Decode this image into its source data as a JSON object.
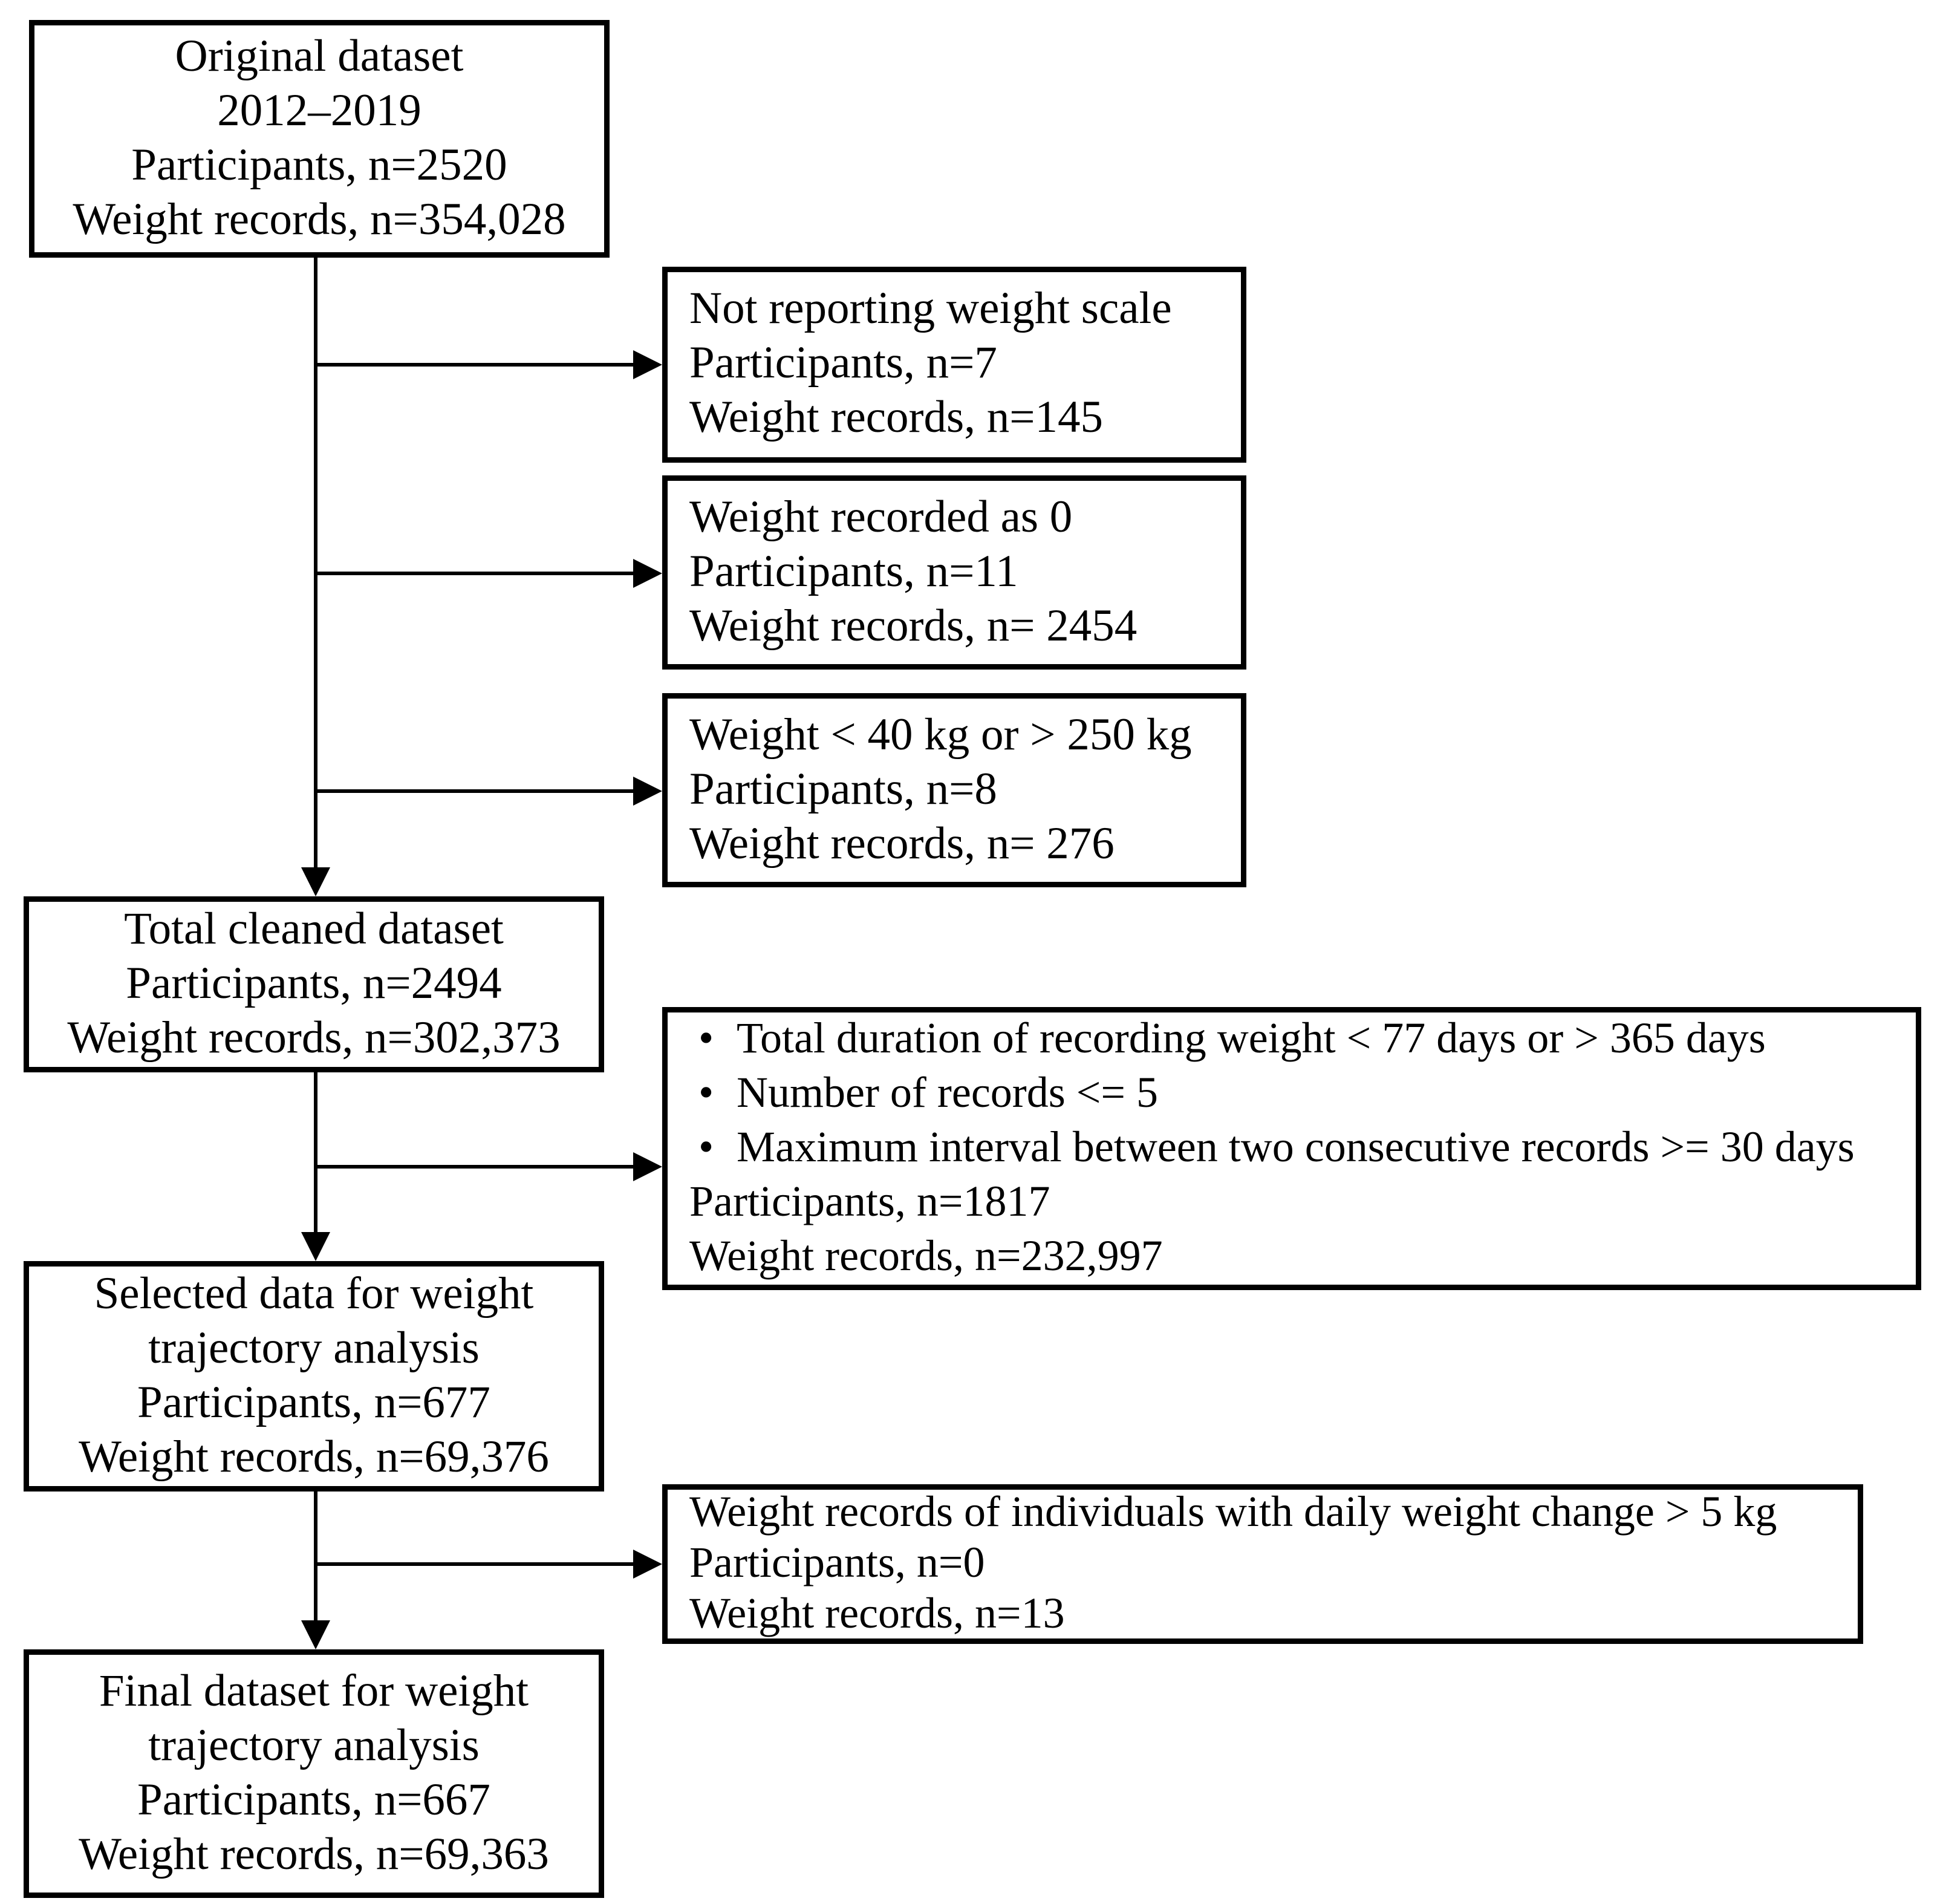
{
  "bullet_char": "•",
  "colors": {
    "line": "#000000",
    "background": "#ffffff",
    "text": "#000000"
  },
  "main_boxes": [
    {
      "name": "original-dataset",
      "lines": [
        "Original dataset",
        "2012–2019",
        "Participants, n=2520",
        "Weight records, n=354,028"
      ]
    },
    {
      "name": "total-cleaned-dataset",
      "lines": [
        "Total cleaned dataset",
        "Participants, n=2494",
        "Weight records, n=302,373"
      ]
    },
    {
      "name": "selected-data-for-weight-trajectory-analysis",
      "lines": [
        "Selected data for weight",
        "trajectory analysis",
        "Participants, n=677",
        "Weight records, n=69,376"
      ]
    },
    {
      "name": "final-dataset-for-weight-trajectory-analysis",
      "lines": [
        "Final dataset for weight",
        "trajectory analysis",
        "Participants, n=667",
        "Weight records, n=69,363"
      ]
    }
  ],
  "exclusion_boxes": [
    {
      "name": "not-reporting-weight-scale",
      "lines": [
        "Not reporting weight scale",
        "Participants, n=7",
        "Weight records, n=145"
      ]
    },
    {
      "name": "weight-recorded-as-zero",
      "lines": [
        "Weight recorded as 0",
        "Participants, n=11",
        "Weight records, n= 2454"
      ]
    },
    {
      "name": "weight-out-of-range",
      "lines": [
        "Weight < 40 kg or > 250 kg",
        "Participants, n=8",
        "Weight records, n= 276"
      ]
    },
    {
      "name": "trajectory-selection-criteria",
      "bullets": [
        "Total duration of recording weight < 77 days or > 365 days",
        "Number of records <= 5",
        "Maximum interval between two consecutive records >= 30 days"
      ],
      "lines": [
        "Participants, n=1817",
        "Weight records, n=232,997"
      ]
    },
    {
      "name": "daily-weight-change-over-5kg",
      "lines": [
        "Weight records of individuals with daily weight change > 5 kg",
        "Participants, n=0",
        "Weight records, n=13"
      ]
    }
  ]
}
